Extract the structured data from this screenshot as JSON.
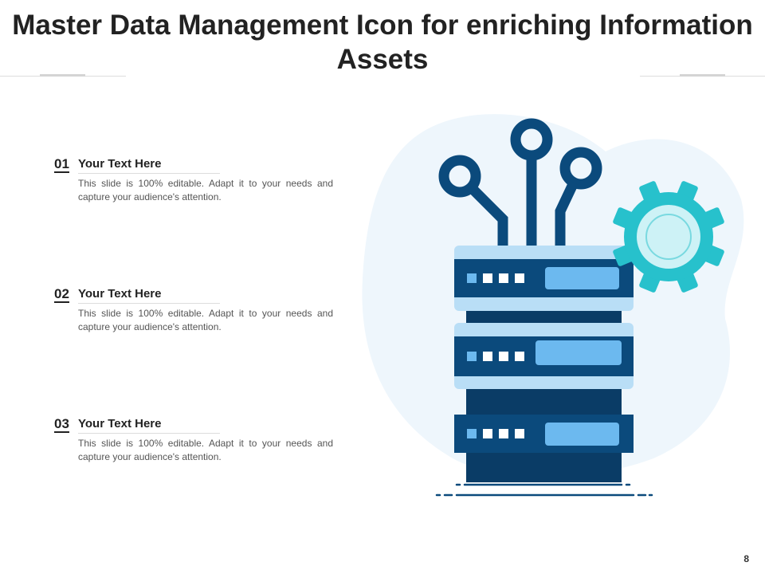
{
  "title": "Master Data Management Icon for enriching Information Assets",
  "items": [
    {
      "number": "01",
      "heading": "Your Text Here",
      "text": "This slide is 100% editable. Adapt it to your needs and capture your audience's attention."
    },
    {
      "number": "02",
      "heading": "Your Text Here",
      "text": "This slide is 100% editable. Adapt it to your needs and capture your audience's attention."
    },
    {
      "number": "03",
      "heading": "Your Text Here",
      "text": "This slide is 100% editable. Adapt it to your needs and capture your audience's attention."
    }
  ],
  "page_number": "8",
  "colors": {
    "navy": "#0b4a7c",
    "dark_column": "#0a3c66",
    "light_band": "#b9def6",
    "slot": "#6cb9ef",
    "gear": "#27c1cc",
    "gear_inner": "#cdf2f6",
    "blob": "#eef6fc"
  }
}
